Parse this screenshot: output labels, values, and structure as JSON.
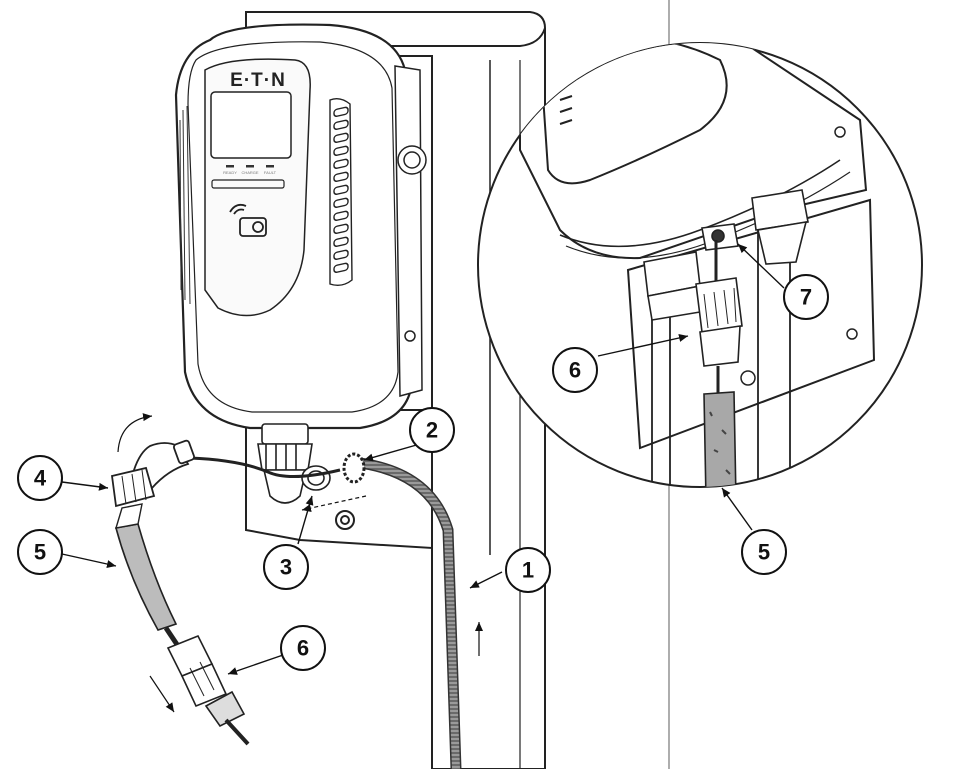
{
  "brand": "E·T·N",
  "led_labels": [
    "READY",
    "CHARGE",
    "FAULT"
  ],
  "callouts": {
    "c1": "1",
    "c2": "2",
    "c3": "3",
    "c4": "4",
    "c5_left": "5",
    "c6_left": "6",
    "c6_detail": "6",
    "c7_detail": "7",
    "c5_detail": "5"
  }
}
